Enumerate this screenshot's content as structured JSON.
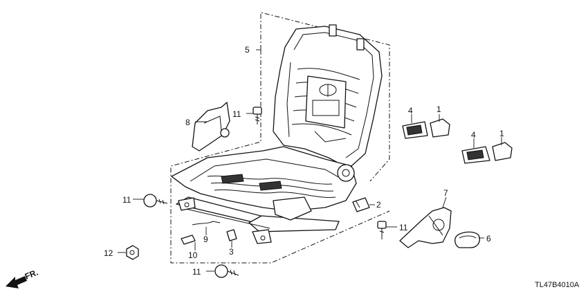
{
  "diagram_code": "TL47B4010A",
  "direction_label": "FR.",
  "callouts": [
    {
      "id": "c5",
      "label": "5",
      "part": "seat-frame"
    },
    {
      "id": "c8",
      "label": "8",
      "part": "side-cover"
    },
    {
      "id": "c11a",
      "label": "11",
      "part": "bolt"
    },
    {
      "id": "c4a",
      "label": "4",
      "part": "clip"
    },
    {
      "id": "c1a",
      "label": "1",
      "part": "cap"
    },
    {
      "id": "c4b",
      "label": "4",
      "part": "clip"
    },
    {
      "id": "c1b",
      "label": "1",
      "part": "cap"
    },
    {
      "id": "c7",
      "label": "7",
      "part": "recliner-cover"
    },
    {
      "id": "c2",
      "label": "2",
      "part": "bracket"
    },
    {
      "id": "c11b",
      "label": "11",
      "part": "bolt"
    },
    {
      "id": "c6",
      "label": "6",
      "part": "knob"
    },
    {
      "id": "c11c",
      "label": "11",
      "part": "bolt"
    },
    {
      "id": "c9",
      "label": "9",
      "part": "wire"
    },
    {
      "id": "c10",
      "label": "10",
      "part": "clip"
    },
    {
      "id": "c3",
      "label": "3",
      "part": "clip"
    },
    {
      "id": "c12",
      "label": "12",
      "part": "nut"
    },
    {
      "id": "c11d",
      "label": "11",
      "part": "bolt"
    }
  ]
}
